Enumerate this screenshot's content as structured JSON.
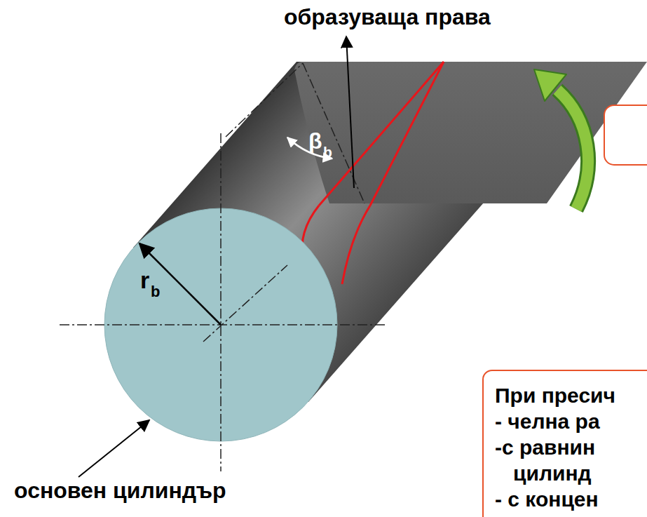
{
  "diagram": {
    "nodes": [
      {
        "text": [
          "При пресич",
          "- челна ра",
          "-с равнин цилинд",
          "- с концен"
        ]
      }
    ],
    "labels": [
      "образуваща права",
      "β",
      "b",
      "r",
      "b",
      "основен цилиндър"
    ]
  }
}
